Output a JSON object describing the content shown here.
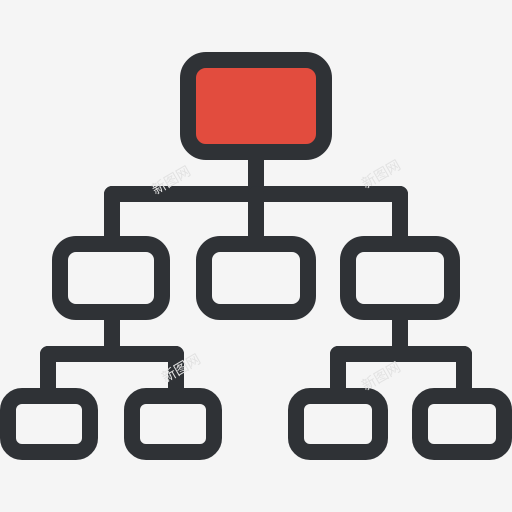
{
  "colors": {
    "background": "#f5f5f5",
    "stroke": "#2f3236",
    "root_fill": "#e24c3e",
    "node_fill": "#f5f5f5"
  },
  "icon": {
    "name": "org-chart-hierarchy-icon",
    "levels": 3,
    "nodes": [
      {
        "id": "root",
        "level": 0,
        "highlighted": true
      },
      {
        "id": "mid-left",
        "level": 1,
        "highlighted": false
      },
      {
        "id": "mid-center",
        "level": 1,
        "highlighted": false
      },
      {
        "id": "mid-right",
        "level": 1,
        "highlighted": false
      },
      {
        "id": "leaf-1",
        "level": 2,
        "highlighted": false
      },
      {
        "id": "leaf-2",
        "level": 2,
        "highlighted": false
      },
      {
        "id": "leaf-3",
        "level": 2,
        "highlighted": false
      },
      {
        "id": "leaf-4",
        "level": 2,
        "highlighted": false
      }
    ]
  },
  "watermarks": [
    "新图网",
    "新图网",
    "新图网",
    "新图网"
  ]
}
